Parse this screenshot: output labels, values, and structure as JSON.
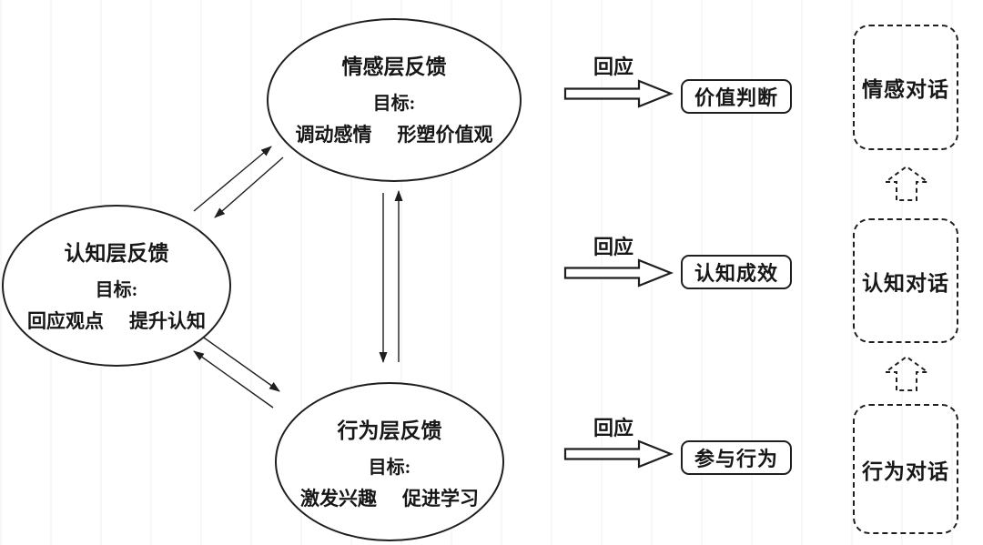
{
  "colors": {
    "stroke": "#1f1f1f",
    "text": "#171717",
    "background": "#ffffff"
  },
  "nodes": {
    "emotion": {
      "title": "情感层反馈",
      "goal_label": "目标:",
      "goals": [
        "调动感情",
        "形塑价值观"
      ]
    },
    "cognition": {
      "title": "认知层反馈",
      "goal_label": "目标:",
      "goals": [
        "回应观点",
        "提升认知"
      ]
    },
    "behavior": {
      "title": "行为层反馈",
      "goal_label": "目标:",
      "goals": [
        "激发兴趣",
        "促进学习"
      ]
    }
  },
  "flows": [
    {
      "arrow_label": "回应",
      "outcome": "价值判断"
    },
    {
      "arrow_label": "回应",
      "outcome": "认知成效"
    },
    {
      "arrow_label": "回应",
      "outcome": "参与行为"
    }
  ],
  "dialogues": [
    {
      "label": "情感对话"
    },
    {
      "label": "认知对话"
    },
    {
      "label": "行为对话"
    }
  ]
}
